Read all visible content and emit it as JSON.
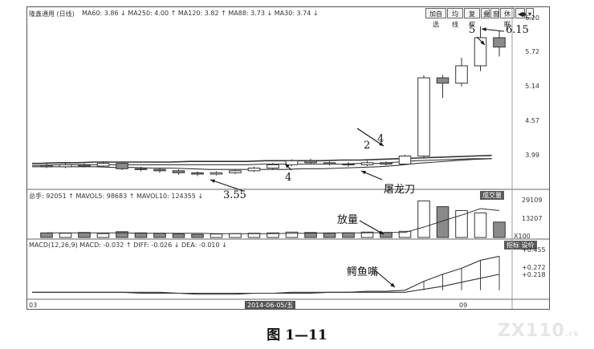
{
  "header": {
    "title": "隆鑫通用 (日线)",
    "indicators": "MA60: 3.86 ↓ MA250: 4.00 ↑ MA120: 3.82 ↑ MA88: 3.73 ↓ MA30: 3.74 ↓"
  },
  "toolbar": {
    "buttons": [
      "加自选",
      "均线",
      "复权",
      "叠",
      "窗",
      "休眠",
      "◀▶",
      "▾"
    ]
  },
  "price_axis": [
    "6.20",
    "5.72",
    "5.14",
    "4.57",
    "3.99"
  ],
  "volume_panel": {
    "label": "总手: 92051 ↑ MAVOL5: 98683 ↑ MAVOL10: 124355 ↓",
    "tag": "成交量",
    "axis": [
      "29109",
      "13207",
      "X100"
    ]
  },
  "macd_panel": {
    "label": "MACD(12,26,9) MACD: -0.032 ↑ DIFF: -0.026 ↓ DEA: -0.010 ↓",
    "tag": "指标 设价",
    "axis": [
      "+0.455",
      "+0.272",
      "+0.218"
    ]
  },
  "date_axis": {
    "left": "03",
    "cursor": "2014-06-05/五",
    "right": "09"
  },
  "annotations": {
    "peak_label": "5",
    "peak_value": "6.15",
    "label_2": "2",
    "label_4a": "4",
    "label_4b": "4",
    "low_value": "3.55",
    "tulongdao": "屠龙刀",
    "fangliang": "放量",
    "eyuzui": "鳄鱼嘴"
  },
  "caption": "图 1—11",
  "watermark": "ZX110",
  "watermark_suffix": ".ck",
  "colors": {
    "up": "#ffffff",
    "down": "#8a8a8a",
    "line": "#333333"
  },
  "chart_data": {
    "type": "line",
    "candles": [
      {
        "o": 3.99,
        "c": 3.97,
        "h": 4.02,
        "l": 3.95
      },
      {
        "o": 3.97,
        "c": 4.0,
        "h": 4.03,
        "l": 3.95
      },
      {
        "o": 4.0,
        "c": 3.98,
        "h": 4.02,
        "l": 3.96
      },
      {
        "o": 3.98,
        "c": 4.02,
        "h": 4.05,
        "l": 3.96
      },
      {
        "o": 4.02,
        "c": 3.94,
        "h": 4.03,
        "l": 3.92
      },
      {
        "o": 3.94,
        "c": 3.93,
        "h": 3.97,
        "l": 3.9
      },
      {
        "o": 3.93,
        "c": 3.91,
        "h": 3.95,
        "l": 3.88
      },
      {
        "o": 3.91,
        "c": 3.88,
        "h": 3.93,
        "l": 3.85
      },
      {
        "o": 3.88,
        "c": 3.86,
        "h": 3.9,
        "l": 3.83
      },
      {
        "o": 3.86,
        "c": 3.88,
        "h": 3.9,
        "l": 3.84
      },
      {
        "o": 3.88,
        "c": 3.91,
        "h": 3.93,
        "l": 3.86
      },
      {
        "o": 3.91,
        "c": 3.95,
        "h": 3.97,
        "l": 3.89
      },
      {
        "o": 3.95,
        "c": 4.0,
        "h": 4.03,
        "l": 3.93
      },
      {
        "o": 4.0,
        "c": 4.06,
        "h": 4.08,
        "l": 3.98
      },
      {
        "o": 4.06,
        "c": 4.03,
        "h": 4.09,
        "l": 4.01
      },
      {
        "o": 4.03,
        "c": 4.01,
        "h": 4.05,
        "l": 3.99
      },
      {
        "o": 4.01,
        "c": 4.0,
        "h": 4.04,
        "l": 3.97
      },
      {
        "o": 4.0,
        "c": 4.03,
        "h": 4.06,
        "l": 3.98
      },
      {
        "o": 4.03,
        "c": 4.01,
        "h": 4.05,
        "l": 3.99
      },
      {
        "o": 4.01,
        "c": 4.13,
        "h": 4.15,
        "l": 4.0
      },
      {
        "o": 4.13,
        "c": 5.3,
        "h": 5.34,
        "l": 4.1
      },
      {
        "o": 5.3,
        "c": 5.22,
        "h": 5.34,
        "l": 5.0
      },
      {
        "o": 5.22,
        "c": 5.48,
        "h": 5.6,
        "l": 5.17
      },
      {
        "o": 5.48,
        "c": 5.9,
        "h": 6.07,
        "l": 5.4
      },
      {
        "o": 5.9,
        "c": 5.76,
        "h": 6.0,
        "l": 5.62
      }
    ],
    "ma_lines": [
      {
        "values": [
          4.02,
          4.03,
          4.03,
          4.04,
          4.04,
          4.04,
          4.04,
          4.04,
          4.05,
          4.05,
          4.05,
          4.05,
          4.06,
          4.06,
          4.06,
          4.06,
          4.07,
          4.07,
          4.08,
          4.09,
          4.1,
          4.11,
          4.12,
          4.13,
          4.14
        ]
      },
      {
        "values": [
          3.99,
          4.0,
          4.0,
          4.0,
          4.0,
          4.0,
          4.0,
          4.0,
          4.0,
          4.0,
          4.0,
          4.0,
          4.01,
          4.01,
          4.01,
          4.01,
          4.01,
          4.02,
          4.02,
          4.04,
          4.06,
          4.07,
          4.08,
          4.09,
          4.09
        ]
      },
      {
        "values": [
          3.97,
          3.97,
          3.97,
          3.97,
          3.96,
          3.96,
          3.95,
          3.95,
          3.94,
          3.93,
          3.93,
          3.93,
          3.93,
          3.93,
          3.94,
          3.94,
          3.95,
          3.96,
          3.97,
          3.99,
          4.02,
          4.04,
          4.06,
          4.08,
          4.09
        ]
      }
    ],
    "volume": [
      12,
      11,
      13,
      10,
      15,
      12,
      11,
      9,
      8,
      9,
      10,
      11,
      12,
      14,
      13,
      11,
      12,
      14,
      13,
      16,
      95,
      80,
      70,
      64,
      40
    ],
    "vol_ma": [
      12,
      12,
      12,
      12,
      12,
      11,
      11,
      11,
      11,
      10,
      10,
      10,
      10,
      11,
      11,
      12,
      12,
      12,
      13,
      13,
      27,
      43,
      58,
      75,
      70
    ],
    "diff": [
      -0.02,
      -0.02,
      -0.02,
      -0.02,
      -0.02,
      -0.03,
      -0.03,
      -0.03,
      -0.04,
      -0.04,
      -0.04,
      -0.03,
      -0.03,
      -0.02,
      -0.02,
      -0.02,
      -0.02,
      -0.01,
      -0.01,
      0.0,
      0.09,
      0.16,
      0.22,
      0.3,
      0.34
    ],
    "dea": [
      -0.02,
      -0.02,
      -0.02,
      -0.02,
      -0.02,
      -0.02,
      -0.02,
      -0.03,
      -0.03,
      -0.03,
      -0.03,
      -0.03,
      -0.03,
      -0.03,
      -0.03,
      -0.02,
      -0.02,
      -0.02,
      -0.02,
      -0.02,
      0.01,
      0.04,
      0.08,
      0.12,
      0.16
    ],
    "ylim": [
      3.8,
      6.2
    ]
  }
}
